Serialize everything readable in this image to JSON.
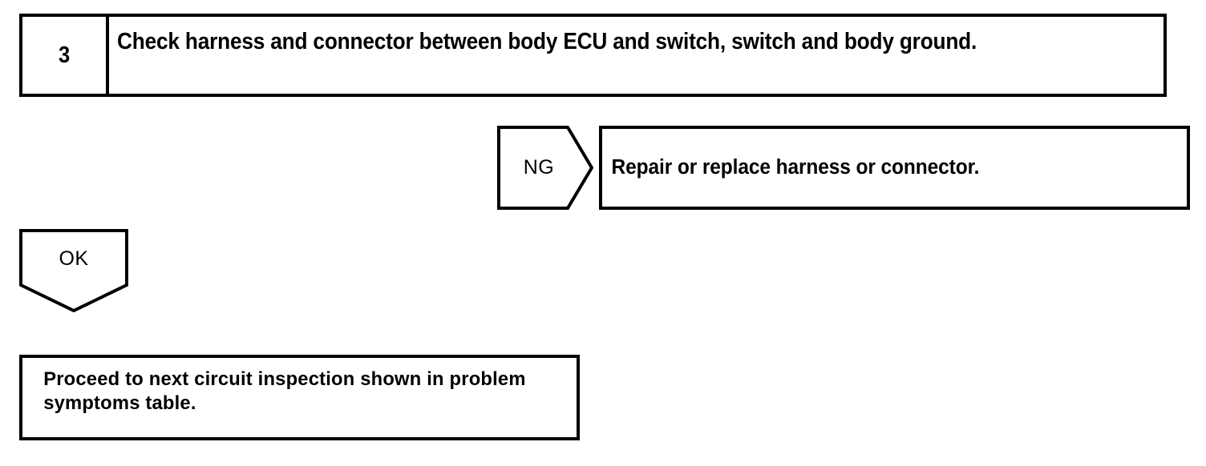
{
  "diagram": {
    "type": "troubleshooting-flowchart",
    "colors": {
      "line": "#000000",
      "background": "#ffffff",
      "text": "#000000"
    },
    "step": {
      "number": "3",
      "instruction": "Check harness and connector between body ECU and switch, switch and body ground."
    },
    "branches": {
      "ng": {
        "label": "NG",
        "shape": "pentagon-right-arrow",
        "result_text": "Repair or replace harness or connector."
      },
      "ok": {
        "label": "OK",
        "shape": "pentagon-down-arrow",
        "result_text": "Proceed to next circuit inspection shown in problem symptoms table."
      }
    }
  }
}
